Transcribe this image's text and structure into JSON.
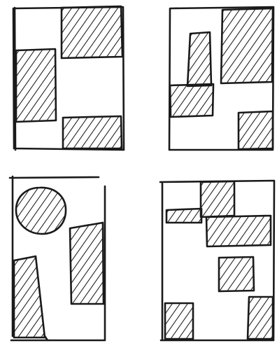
{
  "sketches": [
    {
      "id": "top-left",
      "shapes": [
        "rectangle",
        "rectangle",
        "rectangle"
      ]
    },
    {
      "id": "top-right",
      "shapes": [
        "rectangle",
        "rectangle",
        "rectangle",
        "rectangle"
      ]
    },
    {
      "id": "bottom-left",
      "shapes": [
        "circle",
        "quadrilateral",
        "rectangle"
      ]
    },
    {
      "id": "bottom-right",
      "shapes": [
        "rectangle",
        "rectangle",
        "rectangle",
        "rectangle",
        "rectangle",
        "rectangle"
      ]
    }
  ],
  "style": {
    "ink": "#1a1a1a",
    "paper": "#ffffff",
    "fill": "hatched"
  }
}
